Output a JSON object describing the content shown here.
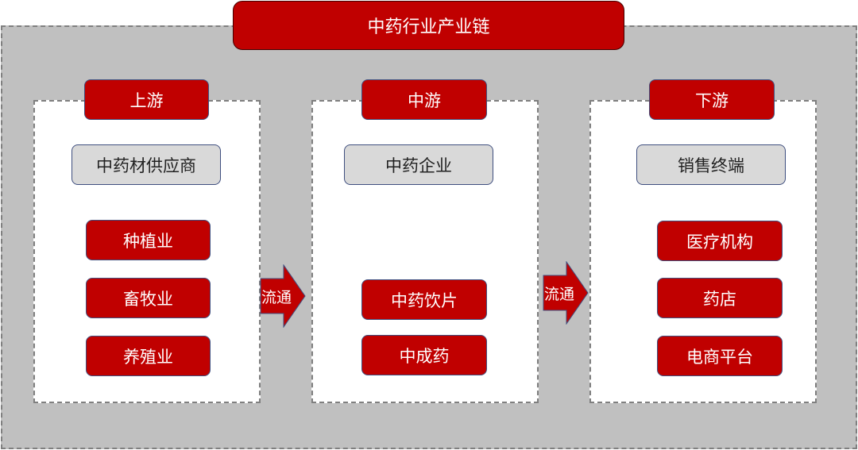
{
  "title": "中药行业产业链",
  "columns": [
    {
      "tag": "上游",
      "header": "中药材供应商",
      "items": [
        "种植业",
        "畜牧业",
        "养殖业"
      ]
    },
    {
      "tag": "中游",
      "header": "中药企业",
      "items": [
        "中药饮片",
        "中成药"
      ]
    },
    {
      "tag": "下游",
      "header": "销售终端",
      "items": [
        "医疗机构",
        "药店",
        "电商平台"
      ]
    }
  ],
  "arrows": [
    "流通",
    "流通"
  ],
  "colors": {
    "red": "#c00000",
    "grey": "#c0c0c0"
  }
}
